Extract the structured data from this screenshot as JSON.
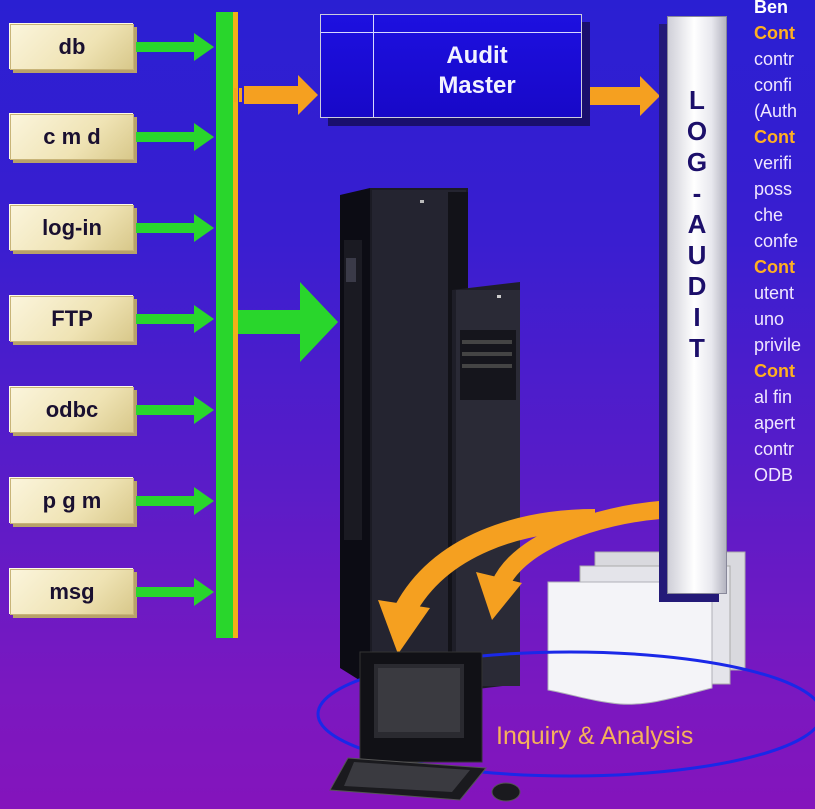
{
  "sources": [
    "db",
    "c m d",
    "log-in",
    "FTP",
    "odbc",
    "p g m",
    "msg"
  ],
  "audit_master": {
    "line1": "Audit",
    "line2": "Master"
  },
  "log_audit_letters": [
    "L",
    "O",
    "G",
    "-",
    "A",
    "U",
    "D",
    "I",
    "T"
  ],
  "right_panel": {
    "heading": "Ben",
    "lines": [
      {
        "text": "Cont",
        "style": "hd"
      },
      {
        "text": "contr",
        "style": "tx"
      },
      {
        "text": "confi",
        "style": "tx"
      },
      {
        "text": "(Auth",
        "style": "tx"
      },
      {
        "text": "Cont",
        "style": "hd"
      },
      {
        "text": "verifi",
        "style": "tx"
      },
      {
        "text": "poss",
        "style": "tx"
      },
      {
        "text": "che",
        "style": "tx"
      },
      {
        "text": "confe",
        "style": "tx"
      },
      {
        "text": "Cont",
        "style": "hd"
      },
      {
        "text": "utent",
        "style": "tx"
      },
      {
        "text": "uno",
        "style": "tx"
      },
      {
        "text": "privile",
        "style": "tx"
      },
      {
        "text": "Cont",
        "style": "hd"
      },
      {
        "text": "al fin",
        "style": "tx"
      },
      {
        "text": "apert",
        "style": "tx"
      },
      {
        "text": "contr",
        "style": "tx"
      },
      {
        "text": "ODB",
        "style": "tx"
      }
    ]
  },
  "inquiry_label": "Inquiry & Analysis",
  "colors": {
    "green_arrow": "#29d62c",
    "orange_arrow": "#f5a020",
    "bus_orange": "#f2b018",
    "ellipse": "#1a28e8"
  }
}
